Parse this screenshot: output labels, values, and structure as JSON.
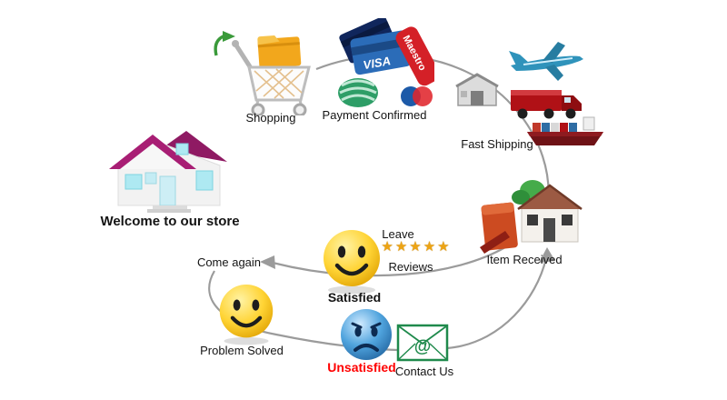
{
  "diagram": {
    "type": "process-flow",
    "welcome": {
      "label": "Welcome to our store"
    },
    "shopping": {
      "label": "Shopping"
    },
    "payment": {
      "label": "Payment Confirmed",
      "visa": "VISA",
      "maestro": "Maestro"
    },
    "shipping": {
      "label": "Fast Shipping"
    },
    "item_received": {
      "label": "Item Received"
    },
    "reviews": {
      "line1": "Leave",
      "line2": "Reviews",
      "stars": "★★★★★"
    },
    "satisfied": {
      "label": "Satisfied"
    },
    "come_again": {
      "label": "Come again"
    },
    "problem_solved": {
      "label": "Problem Solved"
    },
    "unsatisfied": {
      "label": "Unsatisfied"
    },
    "contact": {
      "label": "Contact Us",
      "at": "@"
    },
    "colors": {
      "flow_line": "#9b9b9b",
      "star": "#eda414",
      "unsatisfied_text": "#ff0000",
      "smiley_yellow": "#ffd435",
      "sad_blue": "#4fa3dd",
      "envelope_green": "#1f8a4c",
      "roof_magenta": "#a81e74",
      "truck_red": "#b01116"
    },
    "icons": {
      "green-arrow-icon": "curved growth arrow",
      "shopping-cart-icon": "cart with goods",
      "credit-cards-icon": "VISA and Maestro cards with money roll",
      "airplane-icon": "cargo plane",
      "warehouse-icon": "warehouse building",
      "truck-icon": "delivery truck",
      "cargo-ship-icon": "container ship",
      "house-package-icon": "house with delivered parcel",
      "store-house-icon": "store house with magenta roof",
      "smiley-happy-icon": "yellow happy face",
      "smiley-sad-icon": "blue sad face",
      "email-envelope-icon": "envelope with @ sign"
    }
  }
}
